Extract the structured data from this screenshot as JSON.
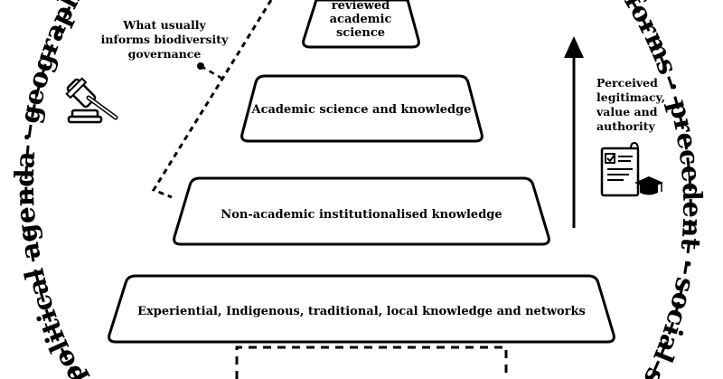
{
  "ring": {
    "left": "political agenda · geographies ·",
    "right": "forms · precedent · social structu"
  },
  "pyramid": {
    "top_line1": "reviewed",
    "top_line2": "academic",
    "top_line3": "science",
    "tier2": "Academic science and knowledge",
    "tier3": "Non-academic institutionalised knowledge",
    "tier4": "Experiential, Indigenous, traditional, local knowledge and networks"
  },
  "governance_note": {
    "line1": "What usually",
    "line2": "informs biodiversity",
    "line3": "governance"
  },
  "arrow_note": {
    "line1": "Perceived",
    "line2": "legitimacy,",
    "line3": "value and",
    "line4": "authority"
  },
  "icons": {
    "left": "gavel-icon",
    "right": "document-graduation-cap-icon"
  }
}
